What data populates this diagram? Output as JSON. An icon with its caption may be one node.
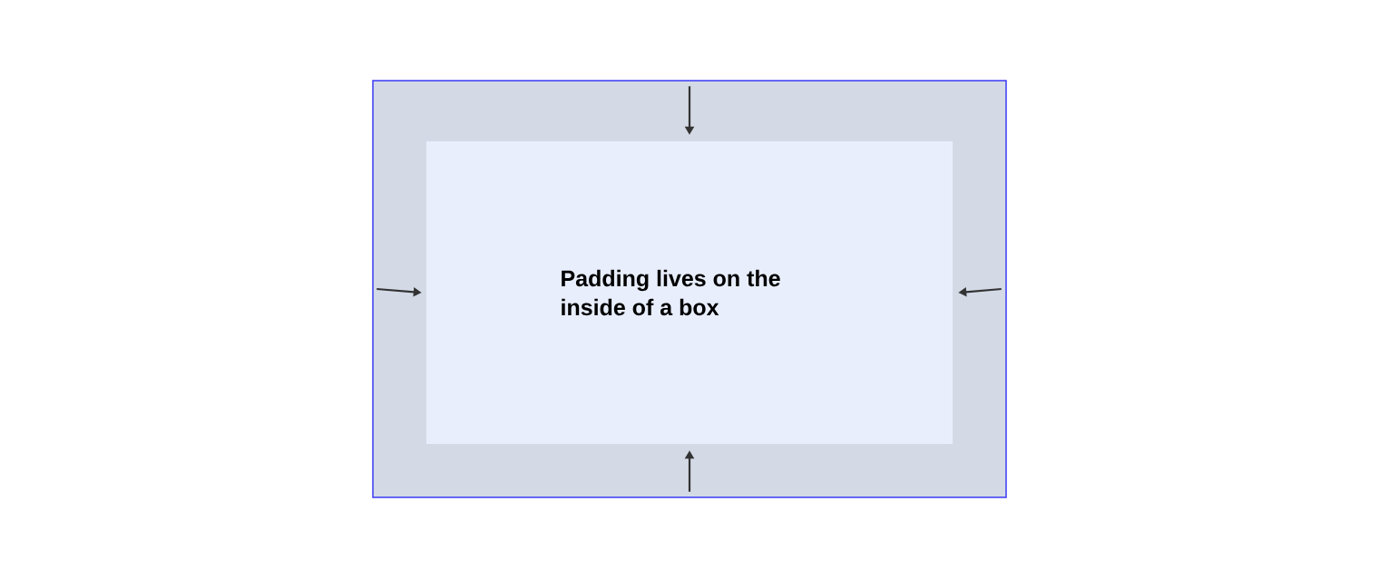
{
  "diagram": {
    "nodes": [
      {
        "text": [],
        "shape": "box"
      },
      {
        "text": [
          "Padding lives on the inside of a box"
        ],
        "in": 0
      }
    ],
    "edges": [
      {
        "from": 0,
        "to": 1,
        "arrow": "to"
      },
      {
        "from": 0,
        "to": 1,
        "arrow": "to"
      },
      {
        "from": 0,
        "to": 1,
        "arrow": "to"
      },
      {
        "from": 0,
        "to": 1,
        "arrow": "to"
      }
    ]
  }
}
